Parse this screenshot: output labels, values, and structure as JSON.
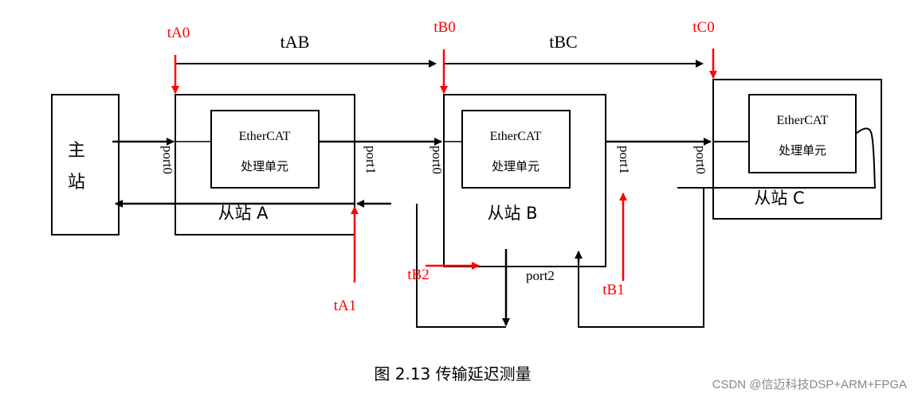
{
  "colors": {
    "line": "#000000",
    "accent": "#ff0000",
    "watermark": "#888888",
    "background": "#ffffff"
  },
  "timing": {
    "tA0": "tA0",
    "tB0": "tB0",
    "tC0": "tC0",
    "tA1": "tA1",
    "tB1": "tB1",
    "tB2": "tB2",
    "tAB": "tAB",
    "tBC": "tBC"
  },
  "nodes": {
    "master": {
      "line1": "主",
      "line2": "站"
    },
    "slaveA": {
      "label": "从站 A",
      "unit_line1": "EtherCAT",
      "unit_line2": "处理单元"
    },
    "slaveB": {
      "label": "从站 B",
      "unit_line1": "EtherCAT",
      "unit_line2": "处理单元"
    },
    "slaveC": {
      "label": "从站 C",
      "unit_line1": "EtherCAT",
      "unit_line2": "处理单元"
    }
  },
  "ports": {
    "a_port0": "port0",
    "a_port1": "port1",
    "b_port0": "port0",
    "b_port1": "port1",
    "b_port2": "port2",
    "c_port0": "port0"
  },
  "caption": "图 2.13  传输延迟测量",
  "watermark": "CSDN @信迈科技DSP+ARM+FPGA"
}
